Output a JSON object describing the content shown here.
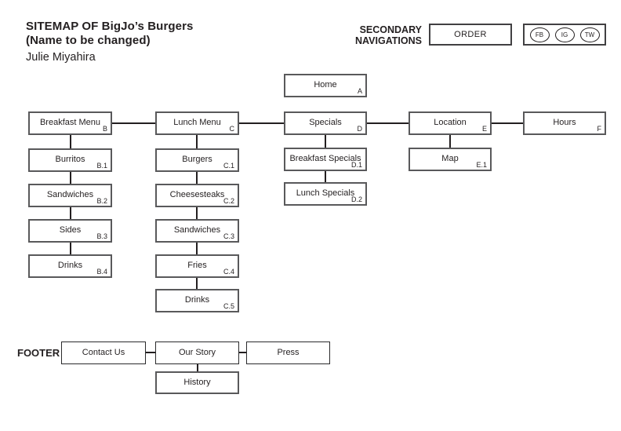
{
  "header": {
    "title_line1": "SITEMAP OF BigJo’s Burgers",
    "title_line2": "(Name to be changed)",
    "author": "Julie Miyahira"
  },
  "secondary_nav": {
    "label_line1": "SECONDARY",
    "label_line2": "NAVIGATIONS",
    "order": {
      "label": "ORDER"
    },
    "social": [
      {
        "label": "FB"
      },
      {
        "label": "IG"
      },
      {
        "label": "TW"
      }
    ]
  },
  "sitemap": {
    "home": {
      "label": "Home",
      "code": "A"
    },
    "primary": [
      {
        "label": "Breakfast Menu",
        "code": "B"
      },
      {
        "label": "Lunch Menu",
        "code": "C"
      },
      {
        "label": "Specials",
        "code": "D"
      },
      {
        "label": "Location",
        "code": "E"
      },
      {
        "label": "Hours",
        "code": "F"
      }
    ],
    "breakfast_children": [
      {
        "label": "Burritos",
        "code": "B.1"
      },
      {
        "label": "Sandwiches",
        "code": "B.2"
      },
      {
        "label": "Sides",
        "code": "B.3"
      },
      {
        "label": "Drinks",
        "code": "B.4"
      }
    ],
    "lunch_children": [
      {
        "label": "Burgers",
        "code": "C.1"
      },
      {
        "label": "Cheesesteaks",
        "code": "C.2"
      },
      {
        "label": "Sandwiches",
        "code": "C.3"
      },
      {
        "label": "Fries",
        "code": "C.4"
      },
      {
        "label": "Drinks",
        "code": "C.5"
      }
    ],
    "specials_children": [
      {
        "label": "Breakfast Specials",
        "code": "D.1"
      },
      {
        "label": "Lunch Specials",
        "code": "D.2"
      }
    ],
    "location_children": [
      {
        "label": "Map",
        "code": "E.1"
      }
    ]
  },
  "footer": {
    "label": "FOOTER",
    "items": [
      {
        "label": "Contact Us"
      },
      {
        "label": "Our Story"
      },
      {
        "label": "Press"
      }
    ],
    "our_story_children": [
      {
        "label": "History"
      }
    ]
  },
  "colors": {
    "background": "#ffffff",
    "box_border": "#59595b",
    "connector": "#231f20",
    "text": "#231f20"
  }
}
